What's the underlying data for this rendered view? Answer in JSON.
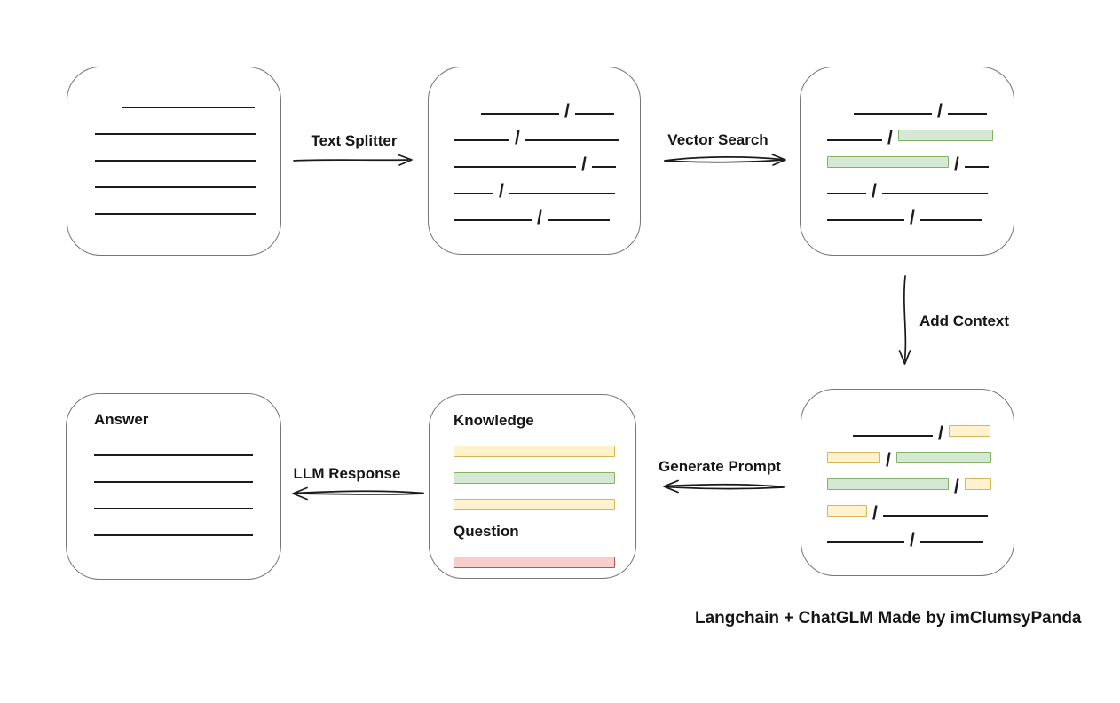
{
  "colors": {
    "green_fill": "#d5e8d4",
    "green_border": "#82b366",
    "yellow_fill": "#fff2cc",
    "yellow_border": "#d6b656",
    "red_fill": "#f8cecc",
    "red_border": "#b85450",
    "box_border": "#767676",
    "line_color": "#1b1b1b"
  },
  "edges": {
    "text_splitter": {
      "label": "Text Splitter"
    },
    "vector_search": {
      "label": "Vector Search"
    },
    "add_context": {
      "label": "Add Context"
    },
    "generate_prompt": {
      "label": "Generate Prompt"
    },
    "llm_response": {
      "label": "LLM Response"
    }
  },
  "caption": "Langchain + ChatGLM Made by imClumsyPanda",
  "nodes": {
    "document": {
      "rows": [
        {
          "indent": 30,
          "segments": [
            {
              "t": "line",
              "w": 150
            }
          ]
        },
        {
          "segments": [
            {
              "t": "line",
              "w": 181
            }
          ]
        },
        {
          "segments": [
            {
              "t": "line",
              "w": 181
            }
          ]
        },
        {
          "segments": [
            {
              "t": "line",
              "w": 181
            }
          ]
        },
        {
          "segments": [
            {
              "t": "line",
              "w": 181
            }
          ]
        }
      ]
    },
    "chunks": {
      "rows": [
        {
          "indent": 30,
          "segments": [
            {
              "t": "line",
              "w": 88
            },
            {
              "t": "slash"
            },
            {
              "t": "line",
              "w": 44
            }
          ]
        },
        {
          "segments": [
            {
              "t": "line",
              "w": 62
            },
            {
              "t": "slash"
            },
            {
              "t": "line",
              "w": 106
            }
          ]
        },
        {
          "segments": [
            {
              "t": "line",
              "w": 137
            },
            {
              "t": "slash"
            },
            {
              "t": "line",
              "w": 27
            }
          ]
        },
        {
          "segments": [
            {
              "t": "line",
              "w": 44
            },
            {
              "t": "slash"
            },
            {
              "t": "line",
              "w": 119
            }
          ]
        },
        {
          "segments": [
            {
              "t": "line",
              "w": 87
            },
            {
              "t": "slash"
            },
            {
              "t": "line",
              "w": 70
            }
          ]
        }
      ]
    },
    "search_result": {
      "rows": [
        {
          "indent": 30,
          "segments": [
            {
              "t": "line",
              "w": 88
            },
            {
              "t": "slash"
            },
            {
              "t": "line",
              "w": 44
            }
          ]
        },
        {
          "segments": [
            {
              "t": "line",
              "w": 62
            },
            {
              "t": "slash"
            },
            {
              "t": "bar",
              "c": "green",
              "w": 107
            }
          ]
        },
        {
          "segments": [
            {
              "t": "bar",
              "c": "green",
              "w": 137
            },
            {
              "t": "slash"
            },
            {
              "t": "line",
              "w": 27
            }
          ]
        },
        {
          "segments": [
            {
              "t": "line",
              "w": 44
            },
            {
              "t": "slash"
            },
            {
              "t": "line",
              "w": 119
            }
          ]
        },
        {
          "segments": [
            {
              "t": "line",
              "w": 87
            },
            {
              "t": "slash"
            },
            {
              "t": "line",
              "w": 70
            }
          ]
        }
      ]
    },
    "context": {
      "rows": [
        {
          "indent": 29,
          "segments": [
            {
              "t": "line",
              "w": 90
            },
            {
              "t": "slash"
            },
            {
              "t": "bar",
              "c": "yellow",
              "w": 47
            }
          ]
        },
        {
          "segments": [
            {
              "t": "bar",
              "c": "yellow",
              "w": 60
            },
            {
              "t": "slash"
            },
            {
              "t": "bar",
              "c": "green",
              "w": 107
            }
          ]
        },
        {
          "segments": [
            {
              "t": "bar",
              "c": "green",
              "w": 137
            },
            {
              "t": "slash"
            },
            {
              "t": "bar",
              "c": "yellow",
              "w": 30
            }
          ]
        },
        {
          "segments": [
            {
              "t": "bar",
              "c": "yellow",
              "w": 45
            },
            {
              "t": "slash"
            },
            {
              "t": "line",
              "w": 118
            }
          ]
        },
        {
          "segments": [
            {
              "t": "line",
              "w": 87
            },
            {
              "t": "slash"
            },
            {
              "t": "line",
              "w": 71
            }
          ]
        }
      ]
    },
    "prompt": {
      "knowledge_label": "Knowledge",
      "question_label": "Question",
      "knowledge_rows": [
        {
          "segments": [
            {
              "t": "bar",
              "c": "yellow",
              "w": 182
            }
          ]
        },
        {
          "segments": [
            {
              "t": "bar",
              "c": "green",
              "w": 182
            }
          ]
        },
        {
          "segments": [
            {
              "t": "bar",
              "c": "yellow",
              "w": 182
            }
          ]
        }
      ],
      "question_rows": [
        {
          "segments": [
            {
              "t": "bar",
              "c": "red",
              "w": 182
            }
          ]
        }
      ]
    },
    "answer": {
      "label": "Answer",
      "rows": [
        {
          "segments": [
            {
              "t": "line",
              "w": 179
            }
          ]
        },
        {
          "segments": [
            {
              "t": "line",
              "w": 179
            }
          ]
        },
        {
          "segments": [
            {
              "t": "line",
              "w": 179
            }
          ]
        },
        {
          "segments": [
            {
              "t": "line",
              "w": 179
            }
          ]
        }
      ]
    }
  }
}
